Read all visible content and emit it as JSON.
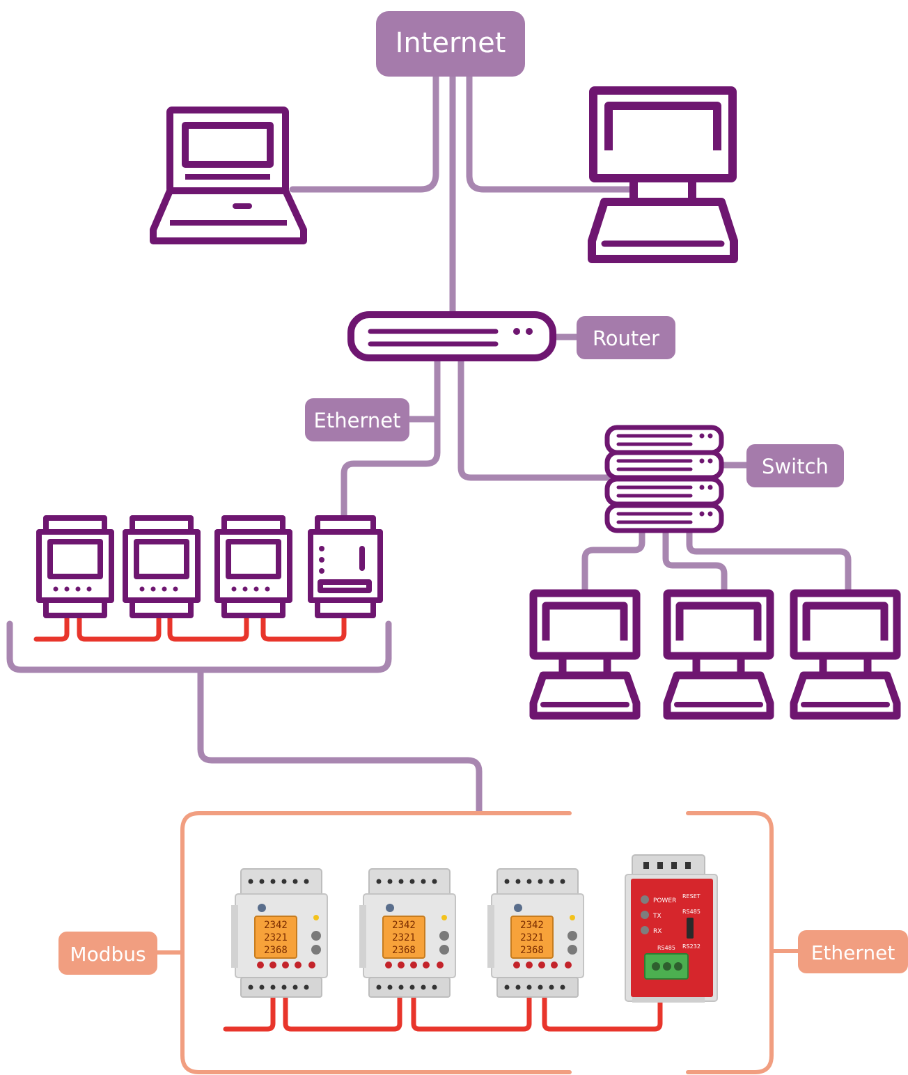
{
  "labels": {
    "internet": "Internet",
    "router": "Router",
    "ethernet_top": "Ethernet",
    "switch": "Switch",
    "modbus": "Modbus",
    "ethernet_bottom": "Ethernet"
  },
  "meters": [
    {
      "row1": "2342",
      "row2": "2321",
      "row3": "2368"
    },
    {
      "row1": "2342",
      "row2": "2321",
      "row3": "2368"
    },
    {
      "row1": "2342",
      "row2": "2321",
      "row3": "2368"
    }
  ],
  "gateway": {
    "led1": "POWER",
    "led2": "TX",
    "led3": "RX",
    "right1": "RESET",
    "right2": "RS485",
    "right3": "RS232",
    "connector": "RS485"
  },
  "colors": {
    "device_purple": "#6e1670",
    "label_purple": "#a57bab",
    "line_purple": "#a886b0",
    "modbus_orange": "#f19e80",
    "wire_red": "#e8352b"
  }
}
